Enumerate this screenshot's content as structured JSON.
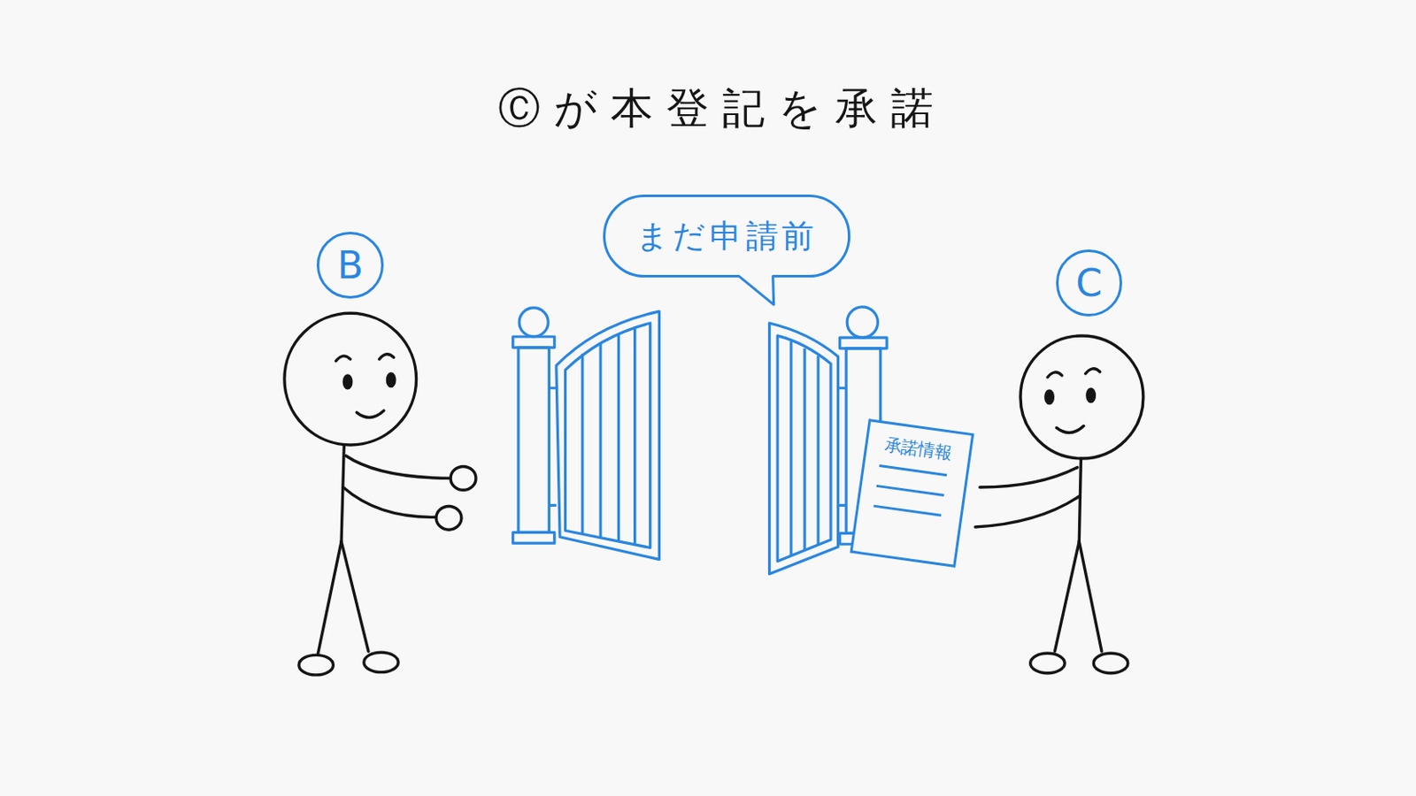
{
  "diagram": {
    "title": "Ⓒが本登記を承諾",
    "nodes": [
      {
        "text": [
          "まだ申請前"
        ]
      },
      {
        "text": [
          "B"
        ]
      },
      {
        "text": [
          "C"
        ]
      },
      {
        "text": [
          "承諾情報"
        ]
      }
    ]
  }
}
